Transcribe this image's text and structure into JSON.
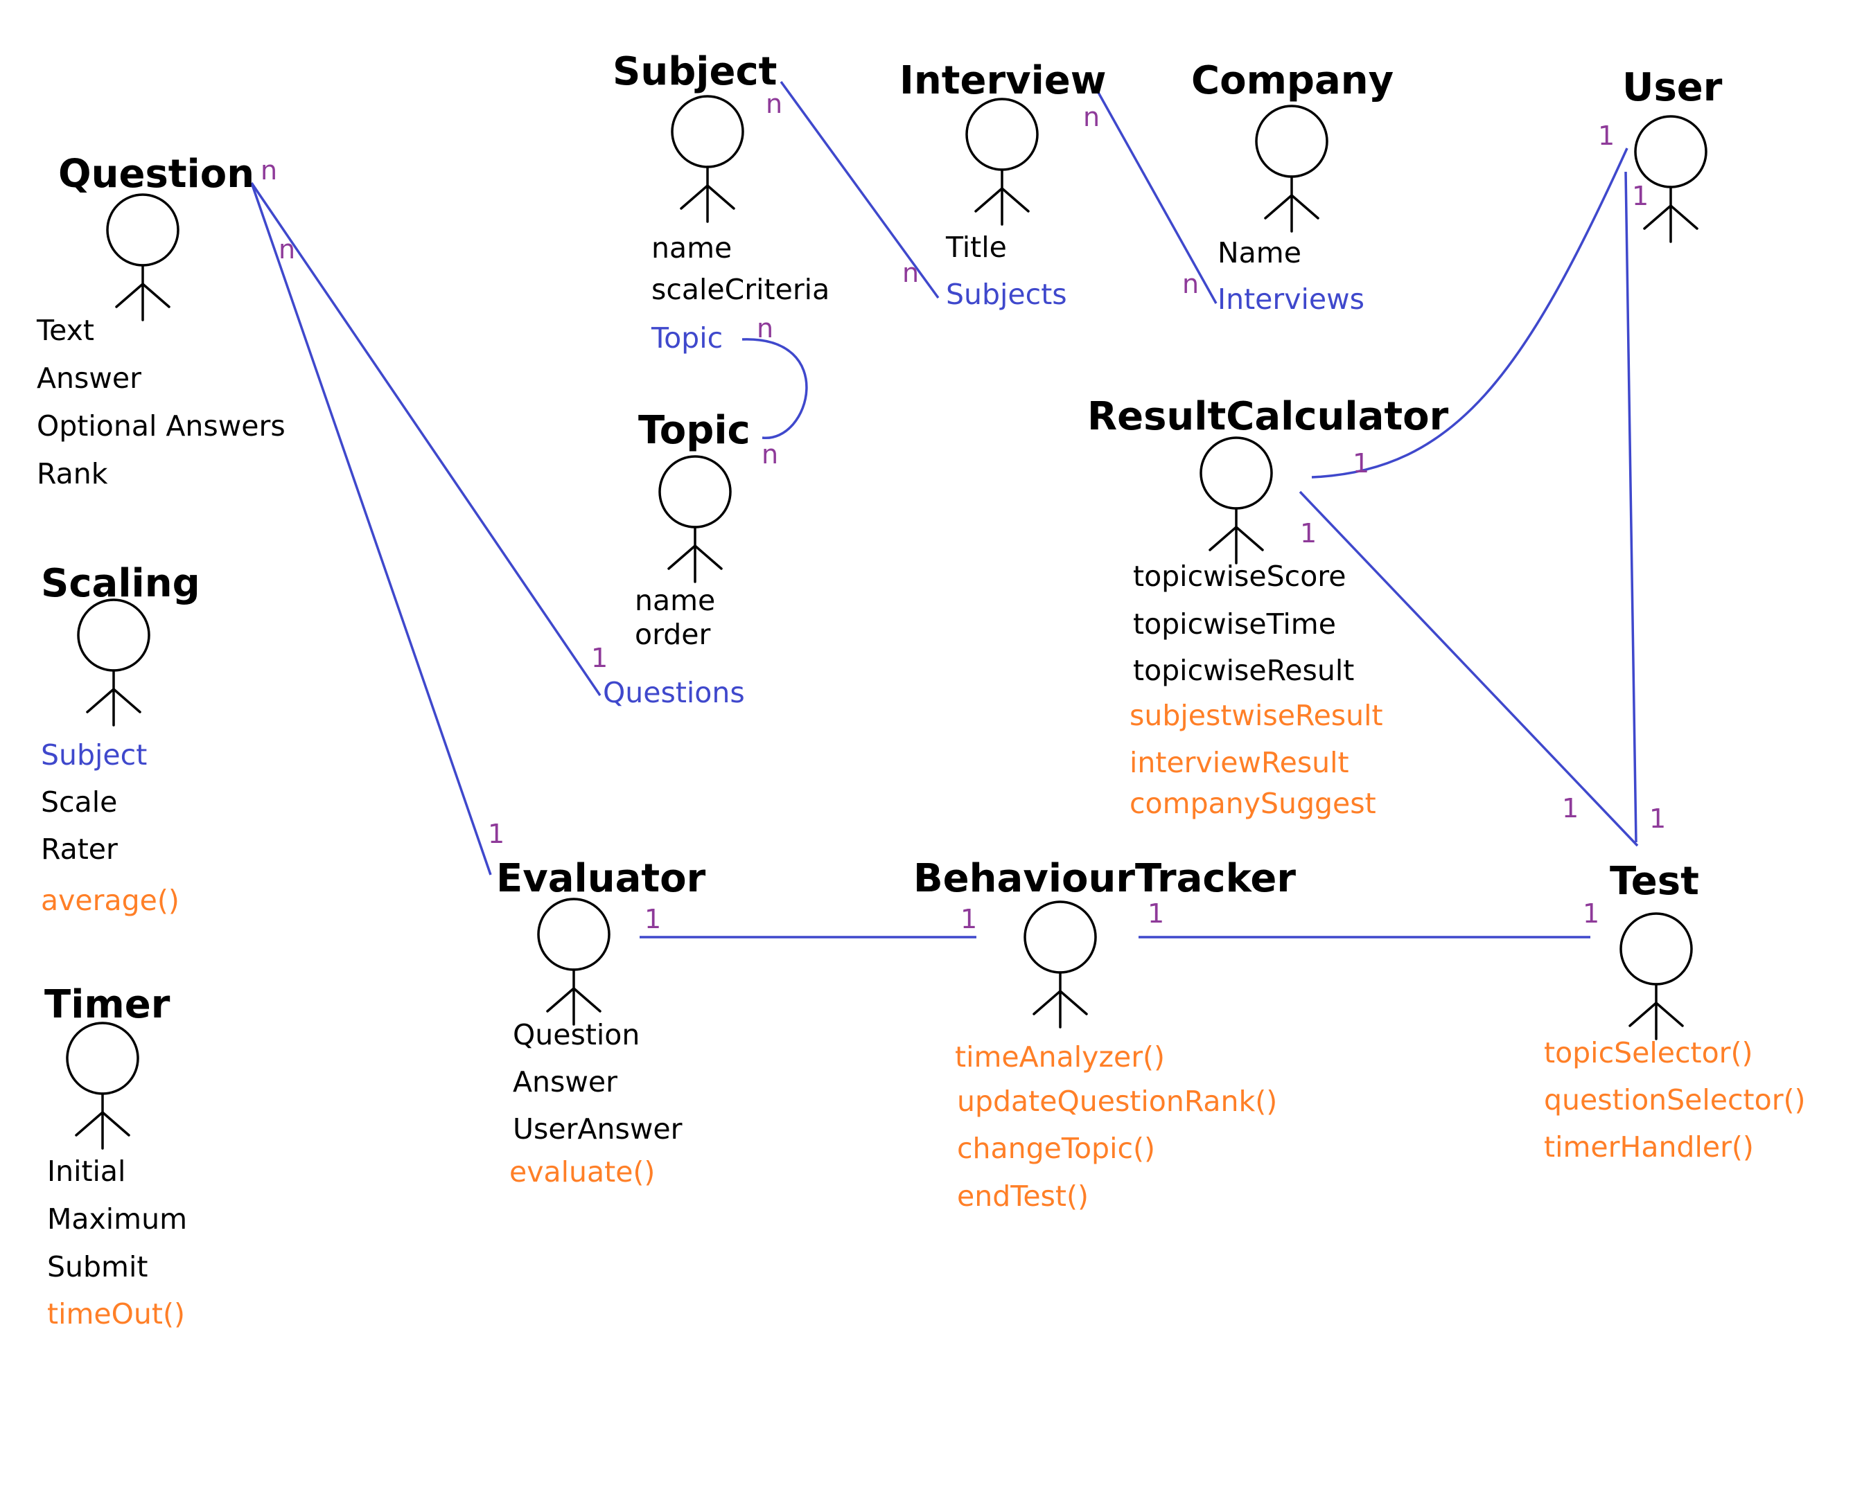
{
  "colors": {
    "attribute": "#000000",
    "reference": "#3f48cc",
    "method": "#ff7f27",
    "multiplicity": "#8e3a99",
    "connector": "#3f48cc"
  },
  "entities": [
    {
      "id": "question",
      "title": "Question",
      "items": [
        {
          "text": "Text",
          "kind": "attribute"
        },
        {
          "text": "Answer",
          "kind": "attribute"
        },
        {
          "text": "Optional  Answers",
          "kind": "attribute"
        },
        {
          "text": "Rank",
          "kind": "attribute"
        }
      ]
    },
    {
      "id": "scaling",
      "title": "Scaling",
      "items": [
        {
          "text": "Subject",
          "kind": "reference"
        },
        {
          "text": "Scale",
          "kind": "attribute"
        },
        {
          "text": "Rater",
          "kind": "attribute"
        },
        {
          "text": "average()",
          "kind": "method"
        }
      ]
    },
    {
      "id": "timer",
      "title": "Timer",
      "items": [
        {
          "text": "Initial",
          "kind": "attribute"
        },
        {
          "text": "Maximum",
          "kind": "attribute"
        },
        {
          "text": "Submit",
          "kind": "attribute"
        },
        {
          "text": "timeOut()",
          "kind": "method"
        }
      ]
    },
    {
      "id": "subject",
      "title": "Subject",
      "items": [
        {
          "text": "name",
          "kind": "attribute"
        },
        {
          "text": "scaleCriteria",
          "kind": "attribute"
        },
        {
          "text": "Topic",
          "kind": "reference"
        }
      ]
    },
    {
      "id": "topic",
      "title": "Topic",
      "items": [
        {
          "text": "name",
          "kind": "attribute"
        },
        {
          "text": "order",
          "kind": "attribute"
        },
        {
          "text": "Questions",
          "kind": "reference"
        }
      ]
    },
    {
      "id": "interview",
      "title": "Interview",
      "items": [
        {
          "text": "Title",
          "kind": "attribute"
        },
        {
          "text": "Subjects",
          "kind": "reference"
        }
      ]
    },
    {
      "id": "company",
      "title": "Company",
      "items": [
        {
          "text": "Name",
          "kind": "attribute"
        },
        {
          "text": "Interviews",
          "kind": "reference"
        }
      ]
    },
    {
      "id": "user",
      "title": "User",
      "items": []
    },
    {
      "id": "result_calculator",
      "title": "ResultCalculator",
      "items": [
        {
          "text": "topicwiseScore",
          "kind": "attribute"
        },
        {
          "text": "topicwiseTime",
          "kind": "attribute"
        },
        {
          "text": "topicwiseResult",
          "kind": "attribute"
        },
        {
          "text": "subjestwiseResult",
          "kind": "method"
        },
        {
          "text": "interviewResult",
          "kind": "method"
        },
        {
          "text": "companySuggest",
          "kind": "method"
        }
      ]
    },
    {
      "id": "evaluator",
      "title": "Evaluator",
      "items": [
        {
          "text": "Question",
          "kind": "attribute"
        },
        {
          "text": "Answer",
          "kind": "attribute"
        },
        {
          "text": "UserAnswer",
          "kind": "attribute"
        },
        {
          "text": "evaluate()",
          "kind": "method"
        }
      ]
    },
    {
      "id": "behaviour_tracker",
      "title": "BehaviourTracker",
      "items": [
        {
          "text": "timeAnalyzer()",
          "kind": "method"
        },
        {
          "text": "updateQuestionRank()",
          "kind": "method"
        },
        {
          "text": "changeTopic()",
          "kind": "method"
        },
        {
          "text": "endTest()",
          "kind": "method"
        }
      ]
    },
    {
      "id": "test",
      "title": "Test",
      "items": [
        {
          "text": "topicSelector()",
          "kind": "method"
        },
        {
          "text": "questionSelector()",
          "kind": "method"
        },
        {
          "text": "timerHandler()",
          "kind": "method"
        }
      ]
    }
  ],
  "multiplicities": [
    {
      "id": "q-n1",
      "text": "n"
    },
    {
      "id": "q-n2",
      "text": "n"
    },
    {
      "id": "topic-questions-1",
      "text": "1"
    },
    {
      "id": "evaluator-top-1",
      "text": "1"
    },
    {
      "id": "subject-n",
      "text": "n"
    },
    {
      "id": "interview-subjects-n",
      "text": "n"
    },
    {
      "id": "subject-topic-n",
      "text": "n"
    },
    {
      "id": "topic-n",
      "text": "n"
    },
    {
      "id": "interview-n",
      "text": "n"
    },
    {
      "id": "company-interviews-n",
      "text": "n"
    },
    {
      "id": "user-1a",
      "text": "1"
    },
    {
      "id": "user-1b",
      "text": "1"
    },
    {
      "id": "rc-user-1",
      "text": "1"
    },
    {
      "id": "rc-test-1",
      "text": "1"
    },
    {
      "id": "test-rc-1",
      "text": "1"
    },
    {
      "id": "test-user-1",
      "text": "1"
    },
    {
      "id": "eval-bt-1",
      "text": "1"
    },
    {
      "id": "bt-eval-1",
      "text": "1"
    },
    {
      "id": "bt-test-1",
      "text": "1"
    },
    {
      "id": "test-bt-1",
      "text": "1"
    }
  ]
}
